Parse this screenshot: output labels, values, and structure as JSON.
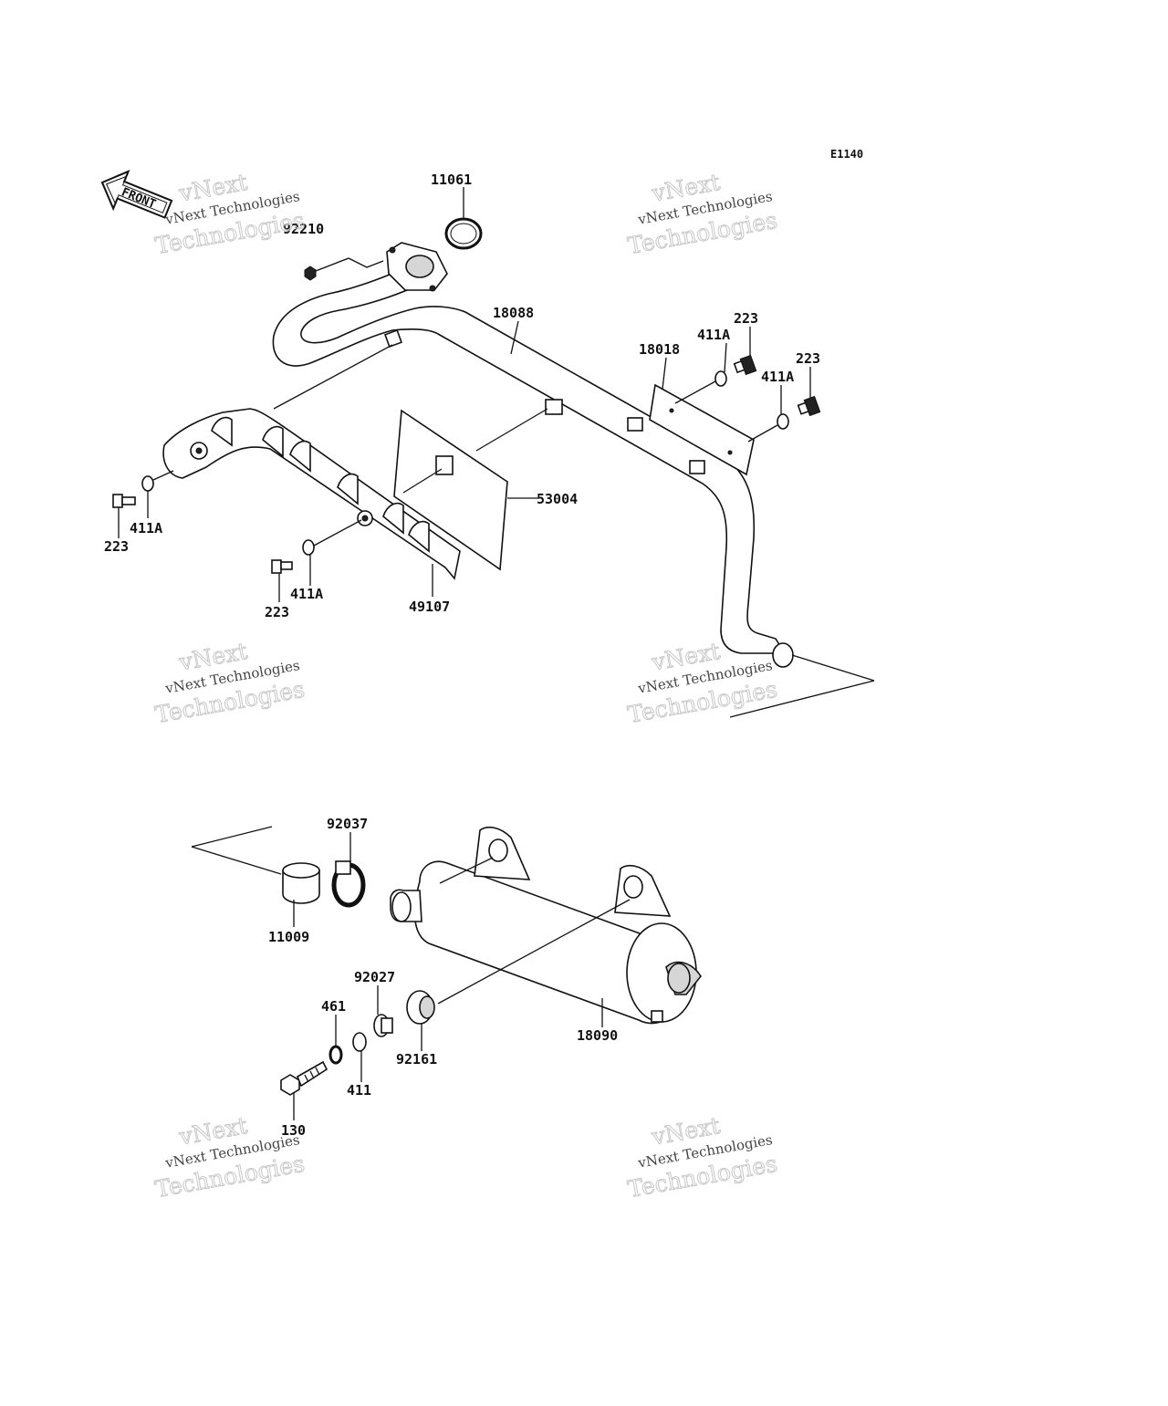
{
  "diagram_code": "E1140",
  "front_label": "FRONT",
  "watermark": {
    "line1": "vNext Technologies",
    "line2": "Technologies",
    "line3": "vNext"
  },
  "parts": {
    "p11061": "11061",
    "p92210": "92210",
    "p18088": "18088",
    "p18018": "18018",
    "p411a_top1": "411A",
    "p223_top1": "223",
    "p411a_top2": "411A",
    "p223_top2": "223",
    "p53004": "53004",
    "p223_left": "223",
    "p411a_left": "411A",
    "p223_mid": "223",
    "p411a_mid": "411A",
    "p49107": "49107",
    "p92037": "92037",
    "p11009": "11009",
    "p92027": "92027",
    "p461": "461",
    "p92161": "92161",
    "p18090": "18090",
    "p411": "411",
    "p130": "130"
  }
}
